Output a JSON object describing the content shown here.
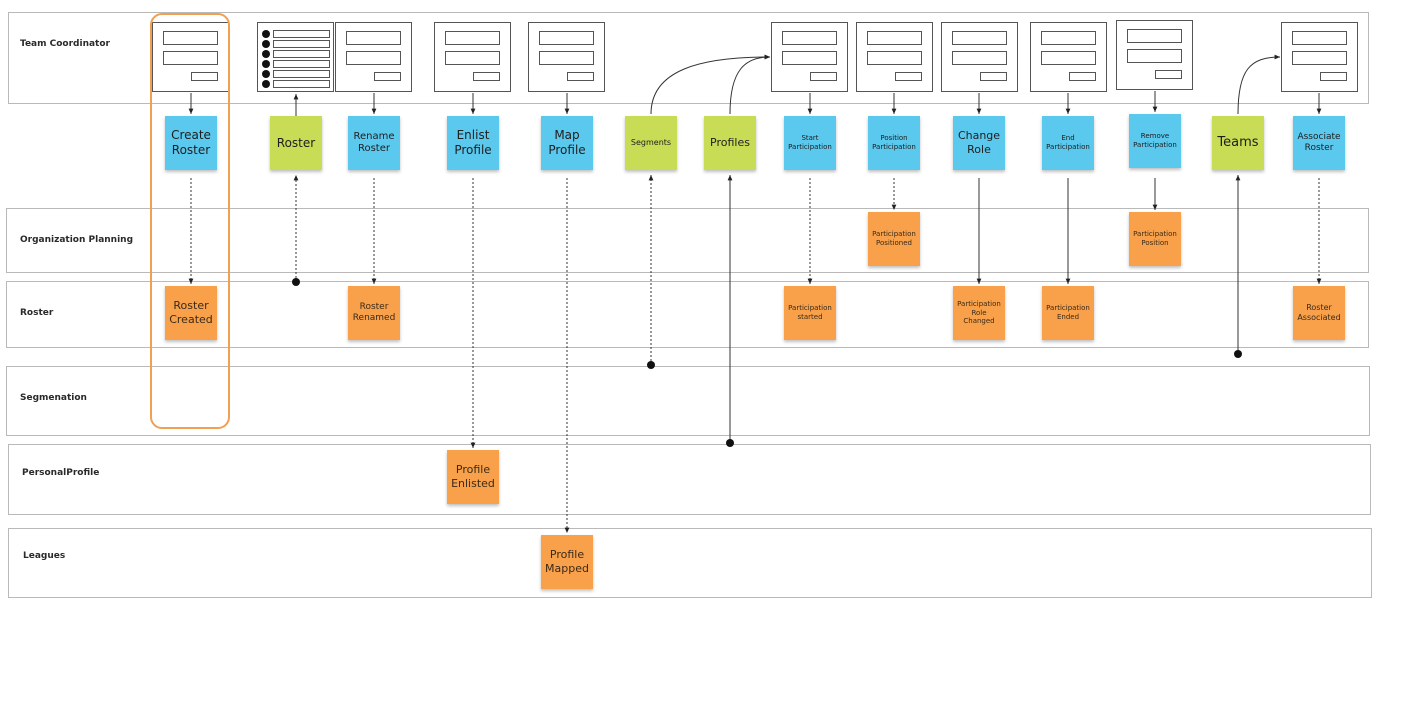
{
  "lanes": {
    "team_coordinator": "Team Coordinator",
    "organization_planning": "Organization Planning",
    "roster": "Roster",
    "segmenation": "Segmenation",
    "personal_profile": "PersonalProfile",
    "leagues": "Leagues"
  },
  "commands": {
    "create_roster": "Create Roster",
    "rename_roster": "Rename Roster",
    "enlist_profile": "Enlist Profile",
    "map_profile": "Map Profile",
    "start_participation": "Start Participation",
    "position_participation": "Position Participation",
    "change_role": "Change Role",
    "end_participation": "End Participation",
    "remove_participation": "Remove Participation",
    "associate_roster": "Associate Roster"
  },
  "read_models": {
    "roster": "Roster",
    "segments": "Segments",
    "profiles": "Profiles",
    "teams": "Teams"
  },
  "events": {
    "roster_created": "Roster Created",
    "roster_renamed": "Roster Renamed",
    "participation_positioned": "Participation Positioned",
    "participation_position": "Participation Position",
    "participation_started": "Participation started",
    "participation_role_changed": "Participation Role Changed",
    "participation_ended": "Participation Ended",
    "roster_associated": "Roster Associated",
    "profile_enlisted": "Profile Enlisted",
    "profile_mapped": "Profile Mapped"
  },
  "colors": {
    "command": "#5bc8ee",
    "read_model": "#c8dd55",
    "event": "#f8a14a",
    "highlight": "#f0a052"
  }
}
